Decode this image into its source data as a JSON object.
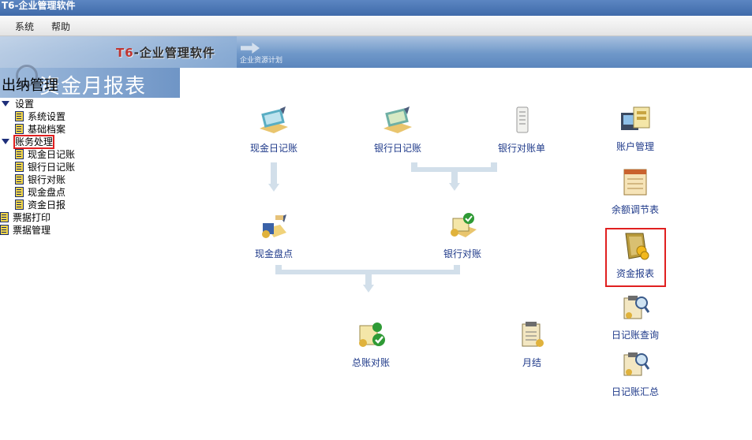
{
  "window": {
    "title": "T6-企业管理软件"
  },
  "menu": {
    "items": [
      "系统",
      "帮助"
    ]
  },
  "banner": {
    "logo_prefix": "T6",
    "logo_text": "-企业管理软件",
    "subtitle": "企业资源计划"
  },
  "page_title": {
    "module": "出纳管理",
    "title": "资金月报表"
  },
  "tree": {
    "settings": "设置",
    "system_settings": "系统设置",
    "basic_archives": "基础档案",
    "accounting": "账务处理",
    "cash_journal": "现金日记账",
    "bank_journal": "银行日记账",
    "bank_reconcile": "银行对账",
    "cash_count": "现金盘点",
    "fund_daily": "资金日报",
    "bill_print": "票据打印",
    "bill_manage": "票据管理"
  },
  "flow": {
    "cash_journal": "现金日记账",
    "bank_journal": "银行日记账",
    "bank_statement": "银行对账单",
    "account_manage": "账户管理",
    "balance_adjust": "余额调节表",
    "cash_count": "现金盘点",
    "bank_reconcile": "银行对账",
    "fund_report": "资金报表",
    "ledger_reconcile": "总账对账",
    "month_end": "月结",
    "journal_query": "日记账查询",
    "journal_summary": "日记账汇总"
  }
}
